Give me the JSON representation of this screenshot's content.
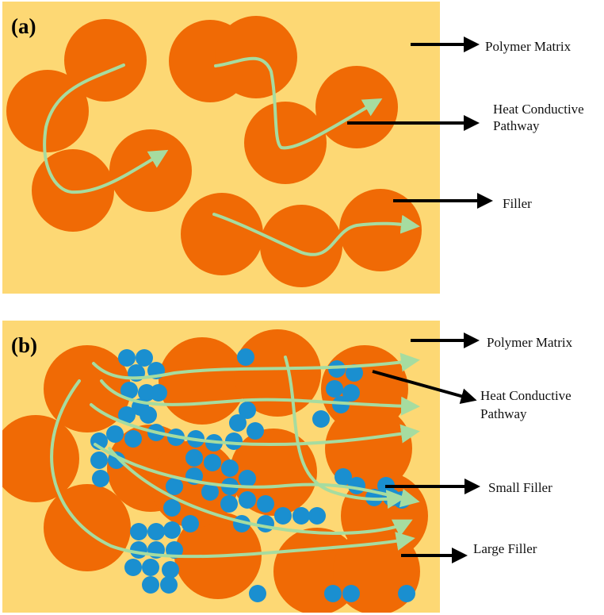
{
  "colors": {
    "matrix": "#fdd874",
    "large_filler": "#f06a05",
    "small_filler": "#1a8fd0",
    "pathway": "#a6dca0",
    "arrow": "#000000"
  },
  "panel_a": {
    "label": "(a)",
    "annotations": {
      "matrix": "Polymer Matrix",
      "pathway_line1": "Heat Conductive",
      "pathway_line2": "Pathway",
      "filler": "Filler"
    }
  },
  "panel_b": {
    "label": "(b)",
    "annotations": {
      "matrix": "Polymer Matrix",
      "pathway_line1": "Heat Conductive",
      "pathway_line2": "Pathway",
      "small_filler": "Small Filler",
      "large_filler": "Large Filler"
    }
  }
}
